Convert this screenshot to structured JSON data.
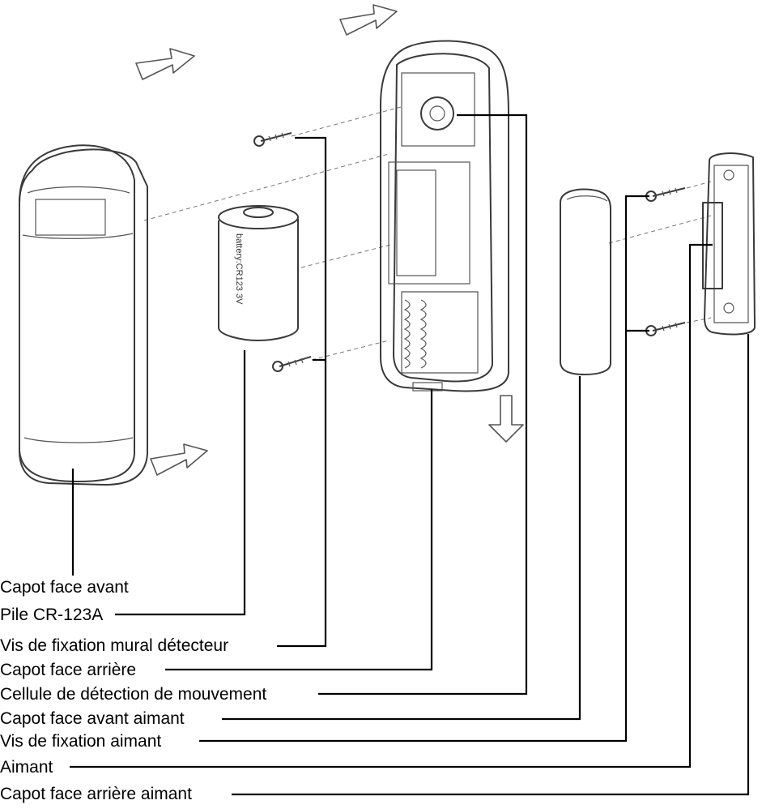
{
  "diagram": {
    "labels": [
      "Capot face avant",
      "Pile CR-123A",
      "Vis de fixation mural détecteur",
      "Capot face arrière",
      "Cellule de détection de mouvement",
      "Capot face avant aimant",
      "Vis de fixation aimant",
      "Aimant",
      "Capot face arrière aimant"
    ],
    "battery_text": "battery:CR123 3V"
  }
}
